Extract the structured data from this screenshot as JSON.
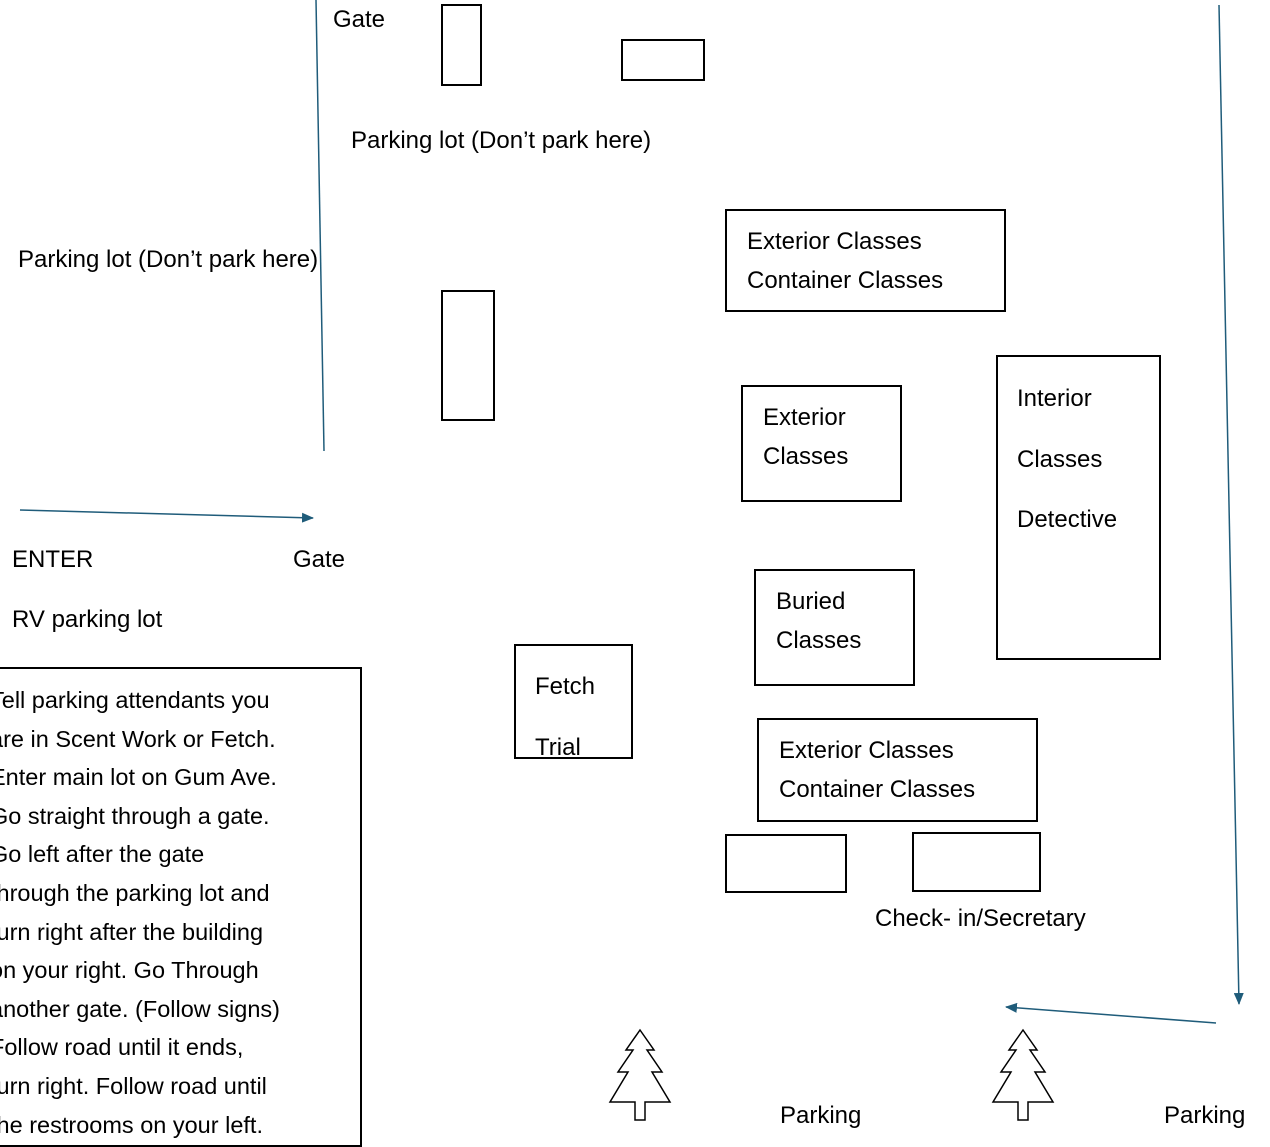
{
  "labels": {
    "gate_top": "Gate",
    "parking_top": "Parking lot (Don’t park here)",
    "parking_left": "Parking lot (Don’t park here)",
    "enter": "ENTER",
    "gate_left": "Gate",
    "rv_lot": "RV parking lot",
    "check_in": "Check- in/Secretary",
    "parking_bottom_1": "Parking",
    "parking_bottom_2": "Parking"
  },
  "areas": {
    "ext_container_top": [
      "Exterior Classes",
      "Container Classes"
    ],
    "exterior_mid": [
      "Exterior",
      "Classes"
    ],
    "interior": [
      "Interior",
      "Classes",
      "Detective"
    ],
    "buried": [
      "Buried",
      "Classes"
    ],
    "fetch": [
      "Fetch",
      "Trial"
    ],
    "ext_container_bottom": [
      "Exterior Classes",
      "Container Classes"
    ]
  },
  "instructions": [
    "Tell parking attendants you",
    "are in Scent Work or Fetch.",
    "Enter main lot on Gum Ave.",
    "Go straight through a gate.",
    "Go left after the gate",
    "through the parking lot and",
    "turn right after the building",
    "on your right. Go Through",
    "another gate. (Follow signs)",
    "Follow road until it ends,",
    "turn right. Follow road until",
    "the restrooms on your left."
  ],
  "colors": {
    "arrow": "#1f5c7a",
    "outline": "#000000"
  },
  "icons": [
    "tree-icon",
    "tree-icon"
  ]
}
